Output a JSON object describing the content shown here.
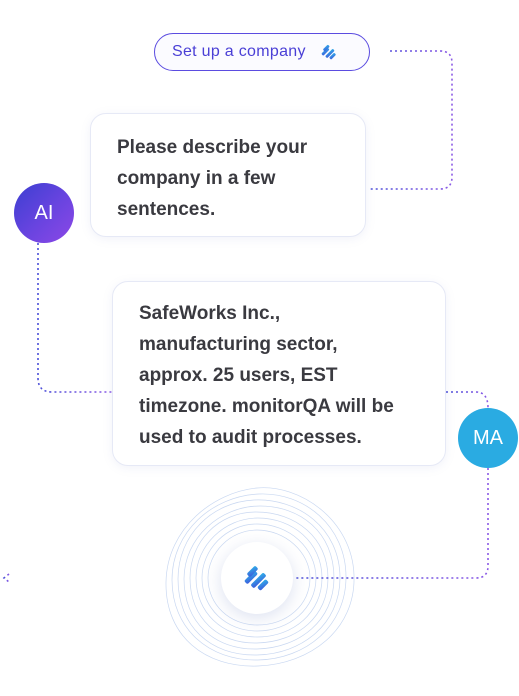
{
  "pill": {
    "label": "Set up a company",
    "icon": "stripes-logo-icon"
  },
  "ai_message": {
    "avatar": "AI",
    "lines": [
      "Please describe your",
      "company in a few",
      "sentences."
    ]
  },
  "user_message": {
    "avatar": "MA",
    "lines": [
      "SafeWorks Inc.,",
      "manufacturing sector,",
      "approx. 25 users, EST",
      "timezone. monitorQA will be",
      "used to audit processes."
    ]
  },
  "hub": {
    "icon": "stripes-logo-icon"
  },
  "colors": {
    "accent_purple": "#5b4ce0",
    "ai_avatar": "#4b3fd6",
    "ma_avatar": "#2aabe2",
    "text": "#3a3a40",
    "logo_blue": "#3d5bdc",
    "logo_cyan": "#2fb0e8"
  }
}
